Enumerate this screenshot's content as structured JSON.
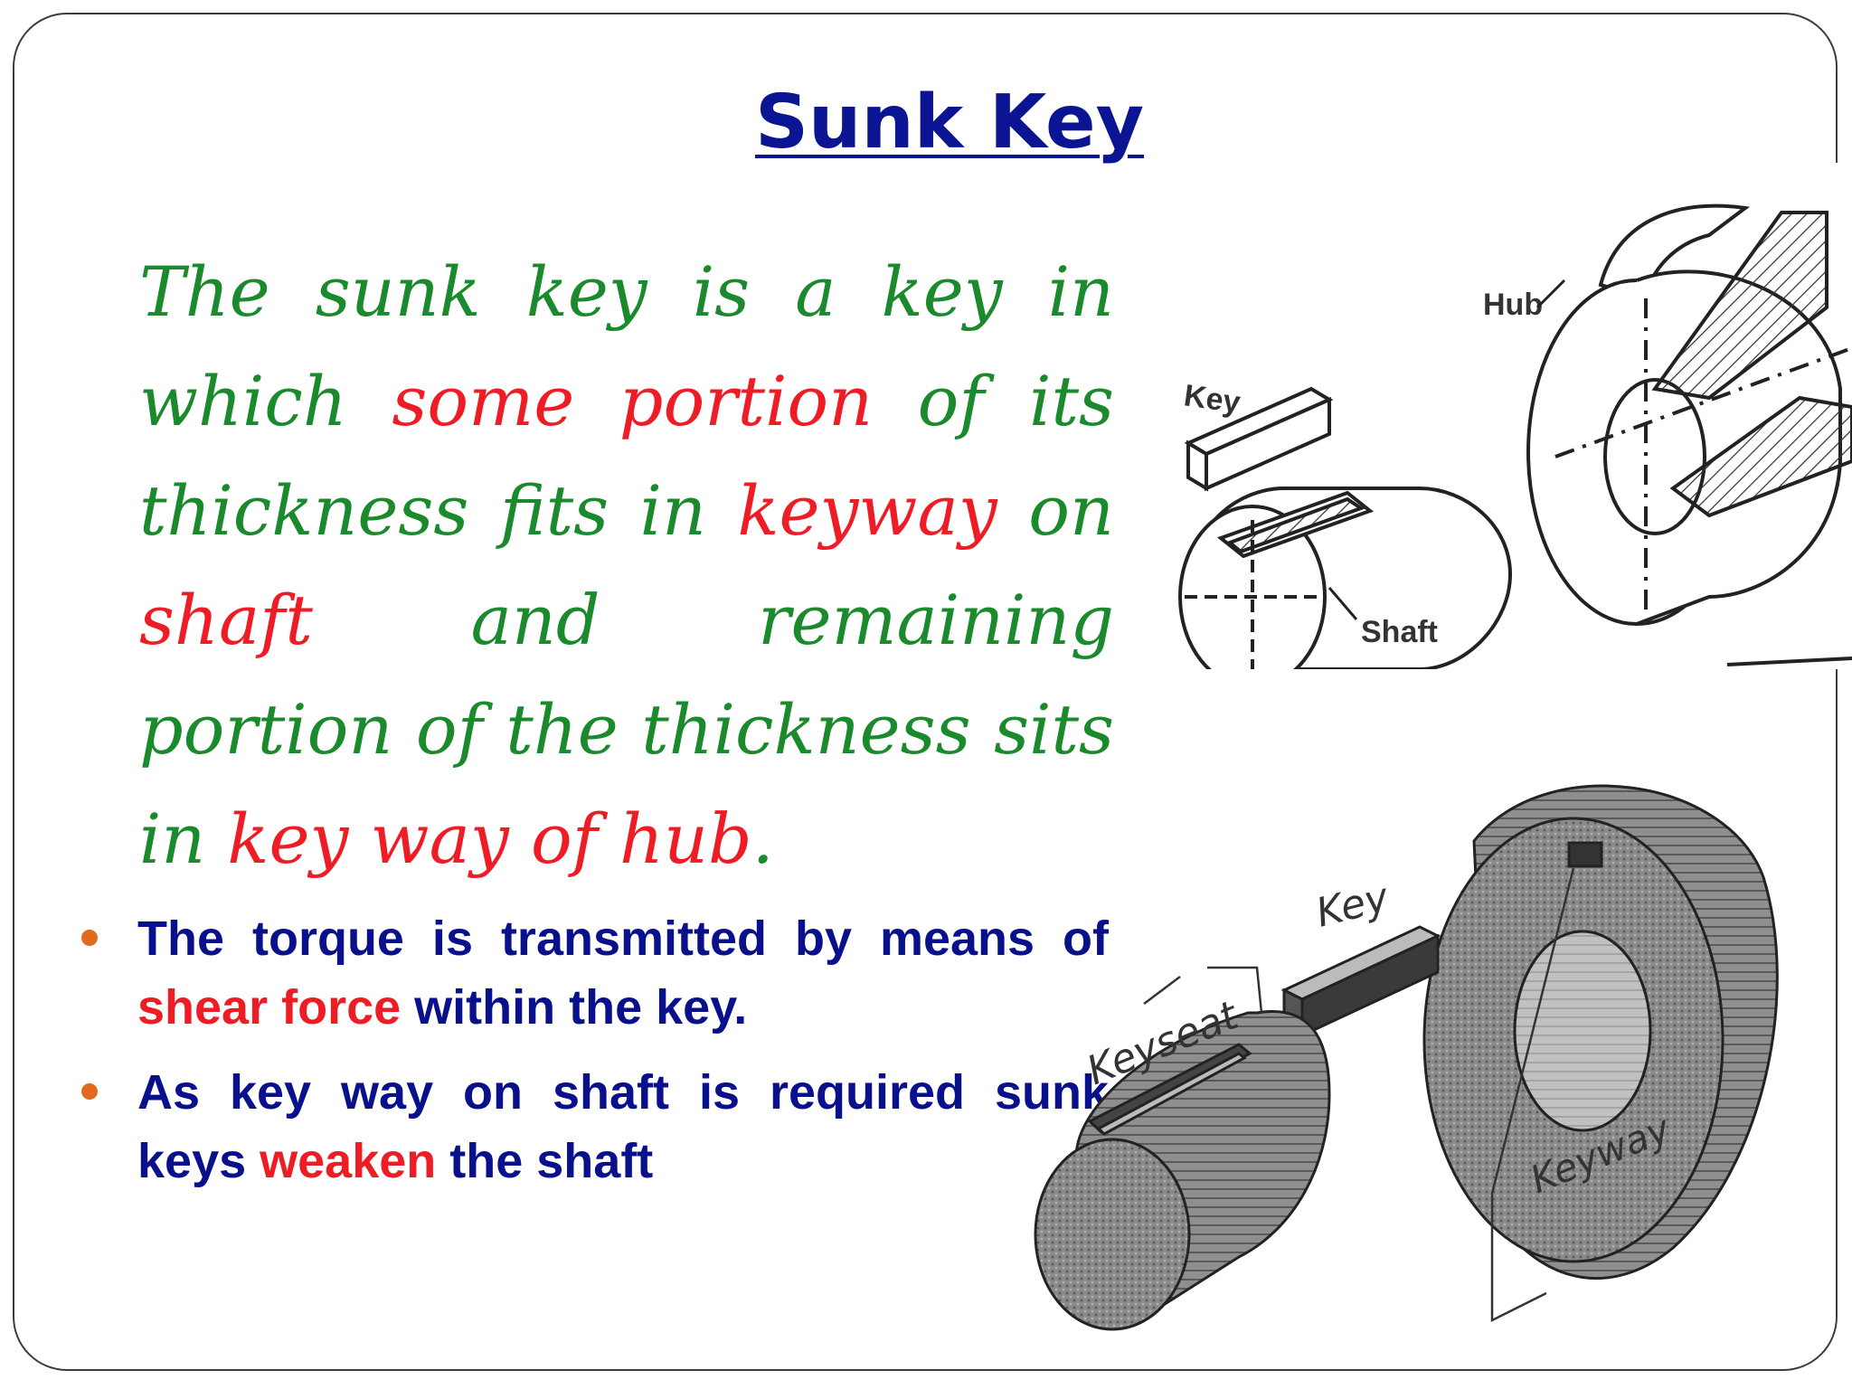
{
  "slide": {
    "title": "Sunk Key",
    "definition": {
      "p1": "The sunk key is a key in which ",
      "h1": "some portion",
      "p2": " of its thickness fits in ",
      "h2": "keyway",
      "p3": " on ",
      "h3": "shaft",
      "p4": " and remaining portion of the thickness sits in ",
      "h4": "key way of hub",
      "p5": "."
    },
    "bullets": [
      {
        "a": "The torque is transmitted by means of ",
        "h": "shear force",
        "b": " within the key."
      },
      {
        "a": "As key way on shaft is required sunk keys ",
        "h": "weaken",
        "b": " the shaft"
      }
    ]
  },
  "figures": {
    "top": {
      "labels": {
        "key": "Key",
        "hub": "Hub",
        "shaft": "Shaft"
      }
    },
    "bottom": {
      "labels": {
        "key": "Key",
        "keyseat": "Keyseat",
        "keyway": "Keyway"
      }
    }
  },
  "colors": {
    "title": "#0b1492",
    "definition_text": "#1a8a2c",
    "highlight": "#ee1c24",
    "bullet_text": "#08108c",
    "bullet_marker": "#e06a1e"
  }
}
